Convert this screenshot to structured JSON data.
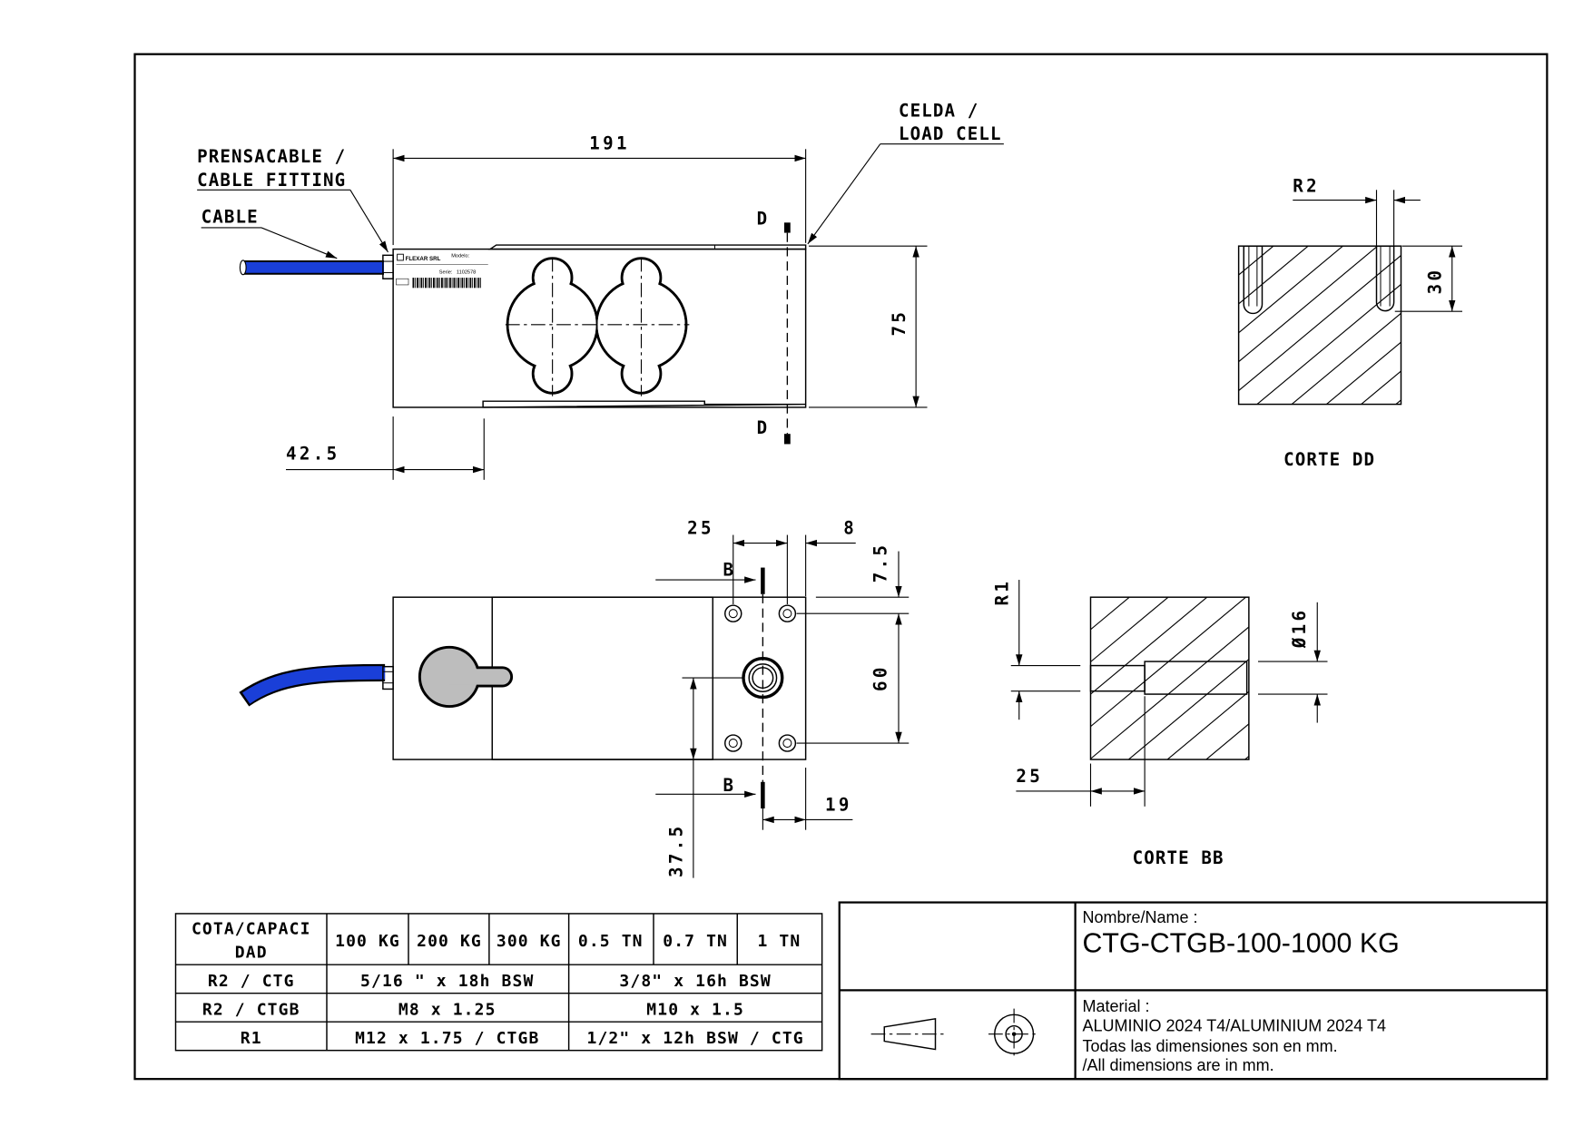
{
  "side_view": {
    "dim_length": "191",
    "dim_height": "75",
    "dim_offset": "42.5",
    "label_cable_fitting_1": "PRENSACABLE /",
    "label_cable_fitting_2": "CABLE FITTING",
    "label_cable": "CABLE",
    "label_load_cell_1": "CELDA /",
    "label_load_cell_2": "LOAD CELL",
    "section_mark": "D",
    "sticker": {
      "brand": "FLEXAR SRL",
      "model_label": "Modelo:",
      "serial_label": "Serie:",
      "serial": "1102578"
    }
  },
  "section_dd": {
    "title": "CORTE DD",
    "dim_radius": "R2",
    "dim_depth": "30"
  },
  "plan_view": {
    "dim_hole_spacing": "25",
    "dim_edge": "8",
    "dim_edge_top": "7.5",
    "dim_hole_vertical": "60",
    "dim_center": "37.5",
    "dim_center_edge": "19",
    "section_mark": "B"
  },
  "section_bb": {
    "title": "CORTE BB",
    "dim_r1": "R1",
    "dim_diameter": "Ø16",
    "dim_depth": "25"
  },
  "table": {
    "corner_line1": "COTA/CAPACI",
    "corner_line2": "DAD",
    "capacities": [
      "100 KG",
      "200 KG",
      "300 KG",
      "0.5 TN",
      "0.7 TN",
      "1 TN"
    ],
    "rows": [
      {
        "label": "R2 / CTG",
        "small": "5/16 \" x 18h BSW",
        "large": "3/8\" x 16h BSW"
      },
      {
        "label": "R2 / CTGB",
        "small": "M8 x 1.25",
        "large": "M10 x 1.5"
      },
      {
        "label": "R1",
        "small": "M12 x 1.75 / CTGB",
        "large": "1/2\" x 12h BSW / CTG"
      }
    ]
  },
  "title_block": {
    "name_label": "Nombre/Name :",
    "name": "CTG-CTGB-100-1000 KG",
    "material_label": "Material :",
    "material": "ALUMINIO 2024 T4/ALUMINIUM 2024 T4",
    "note_es": "Todas las dimensiones son en mm.",
    "note_en": "/All dimensions are in mm."
  },
  "colors": {
    "cable": "#1a3fd8",
    "strain_area": "#c0c0c0",
    "slot_fill": "#bdbdbd"
  }
}
